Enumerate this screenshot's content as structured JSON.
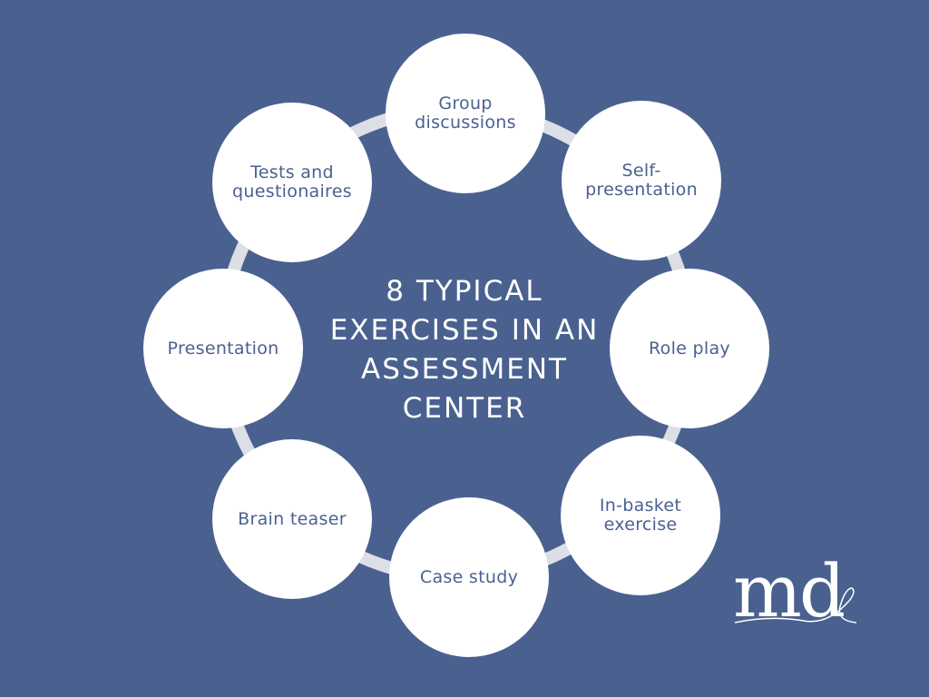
{
  "title": "8 TYPICAL\nEXERCISES IN AN\nASSESSMENT\nCENTER",
  "exercises": [
    "Group\ndiscussions",
    "Self-\npresentation",
    "Role play",
    "In-basket\nexercise",
    "Case study",
    "Brain teaser",
    "Presentation",
    "Tests and\nquestionaires"
  ],
  "logo": "md",
  "colors": {
    "background": "#4a6190",
    "circle": "#ffffff",
    "ring": "#dcdfe6",
    "label": "#4a6190"
  }
}
